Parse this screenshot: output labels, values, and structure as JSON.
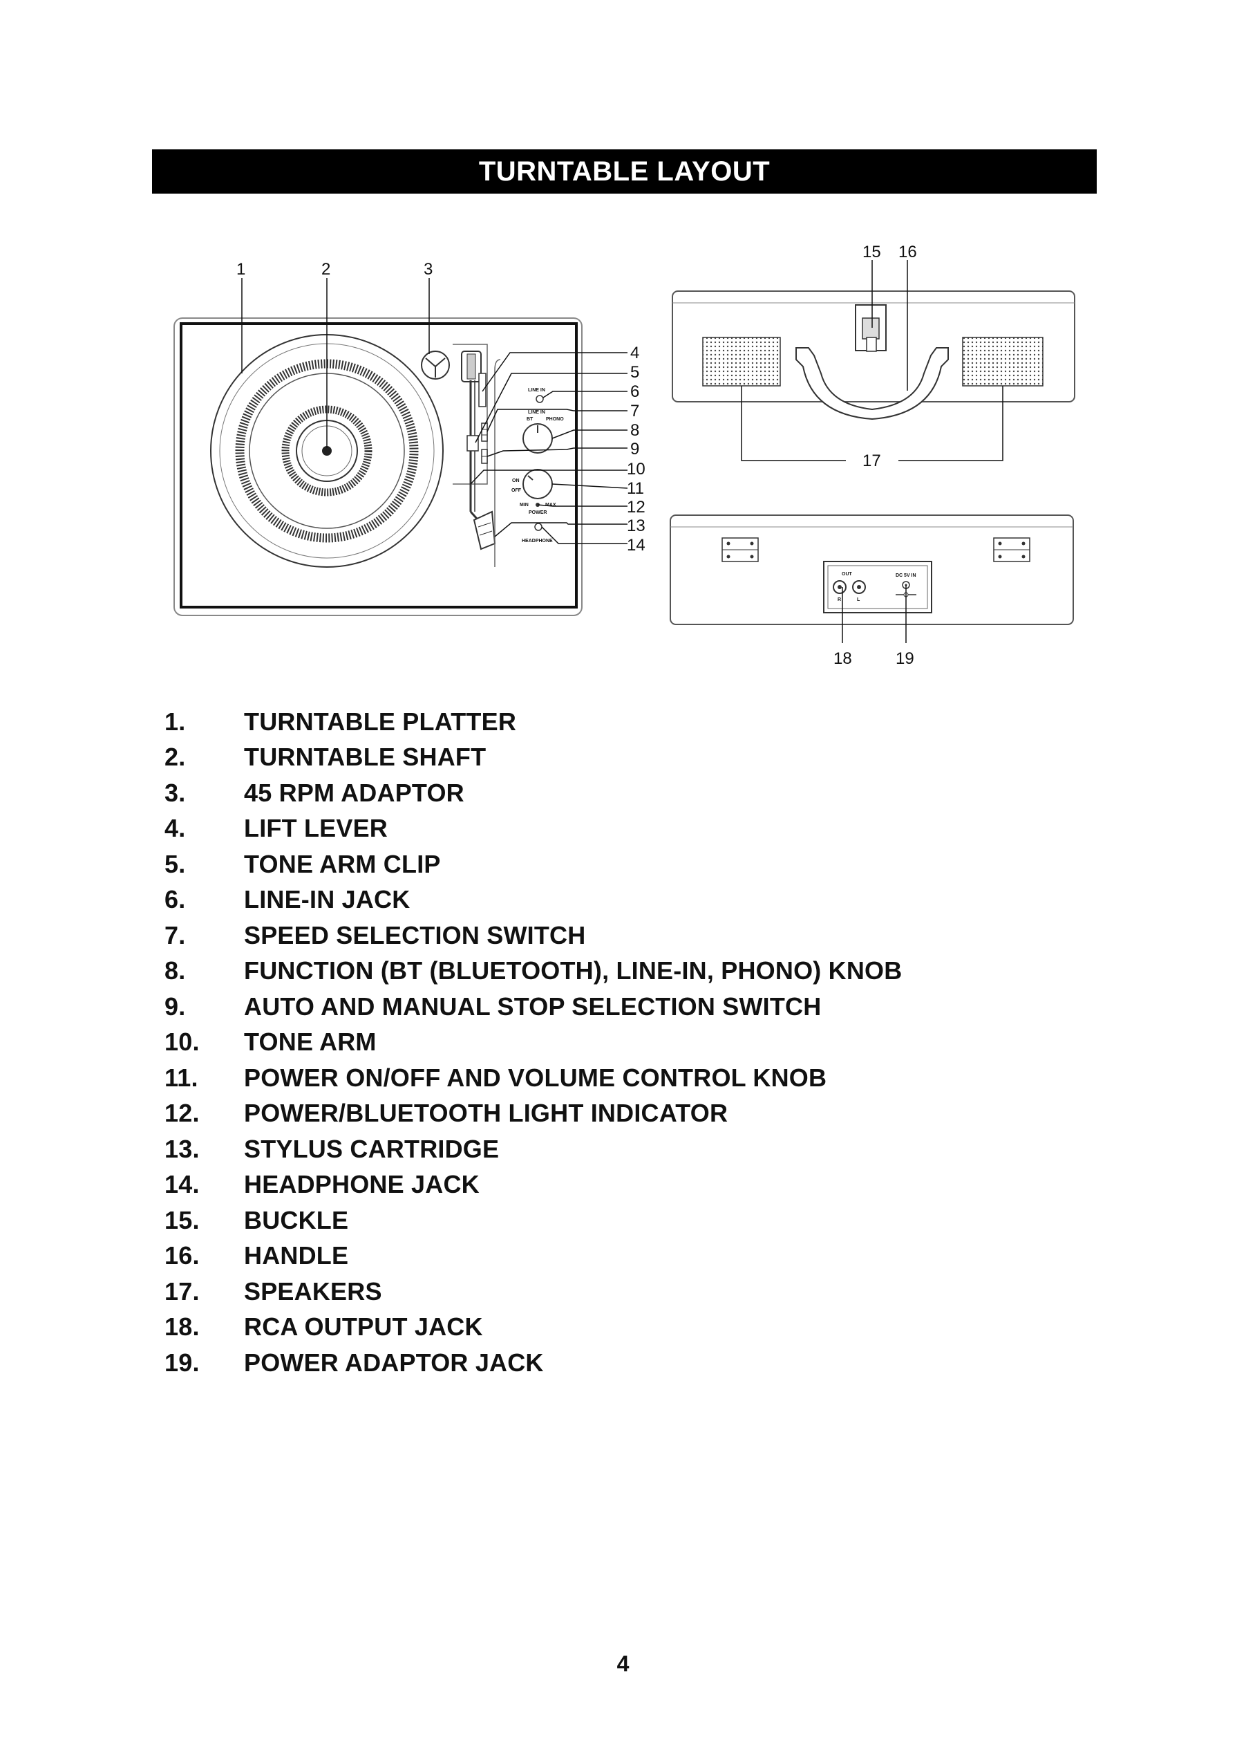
{
  "header": {
    "title": "TURNTABLE LAYOUT"
  },
  "diagram": {
    "callouts": [
      "1",
      "2",
      "3",
      "4",
      "5",
      "6",
      "7",
      "8",
      "9",
      "10",
      "11",
      "12",
      "13",
      "14",
      "15",
      "16",
      "17",
      "18",
      "19"
    ],
    "panel_labels": {
      "line_in": "LINE IN",
      "function": "LINE IN",
      "bt": "BT",
      "phono": "PHONO",
      "on": "ON",
      "off": "OFF",
      "min": "MIN",
      "max": "MAX",
      "power": "POWER",
      "headphone": "HEADPHONE"
    },
    "rear_labels": {
      "out": "OUT",
      "r": "R",
      "l": "L",
      "dc": "DC 5V IN"
    }
  },
  "parts": [
    {
      "num": "1.",
      "label": "TURNTABLE PLATTER"
    },
    {
      "num": "2.",
      "label": "TURNTABLE SHAFT"
    },
    {
      "num": "3.",
      "label": "45 RPM ADAPTOR"
    },
    {
      "num": "4.",
      "label": "LIFT LEVER"
    },
    {
      "num": "5.",
      "label": "TONE ARM CLIP"
    },
    {
      "num": "6.",
      "label": "LINE-IN JACK"
    },
    {
      "num": "7.",
      "label": "SPEED SELECTION SWITCH"
    },
    {
      "num": "8.",
      "label": "FUNCTION (BT (BLUETOOTH), LINE-IN, PHONO) KNOB"
    },
    {
      "num": "9.",
      "label": "AUTO AND MANUAL STOP SELECTION SWITCH"
    },
    {
      "num": "10.",
      "label": "TONE ARM"
    },
    {
      "num": "11.",
      "label": "POWER ON/OFF AND VOLUME CONTROL KNOB"
    },
    {
      "num": "12.",
      "label": "POWER/BLUETOOTH LIGHT INDICATOR"
    },
    {
      "num": "13.",
      "label": "STYLUS CARTRIDGE"
    },
    {
      "num": "14.",
      "label": "HEADPHONE JACK"
    },
    {
      "num": "15.",
      "label": "BUCKLE"
    },
    {
      "num": "16.",
      "label": "HANDLE"
    },
    {
      "num": "17.",
      "label": "SPEAKERS"
    },
    {
      "num": "18.",
      "label": "RCA OUTPUT JACK"
    },
    {
      "num": "19.",
      "label": "POWER ADAPTOR JACK"
    }
  ],
  "footer": {
    "page_number": "4"
  }
}
